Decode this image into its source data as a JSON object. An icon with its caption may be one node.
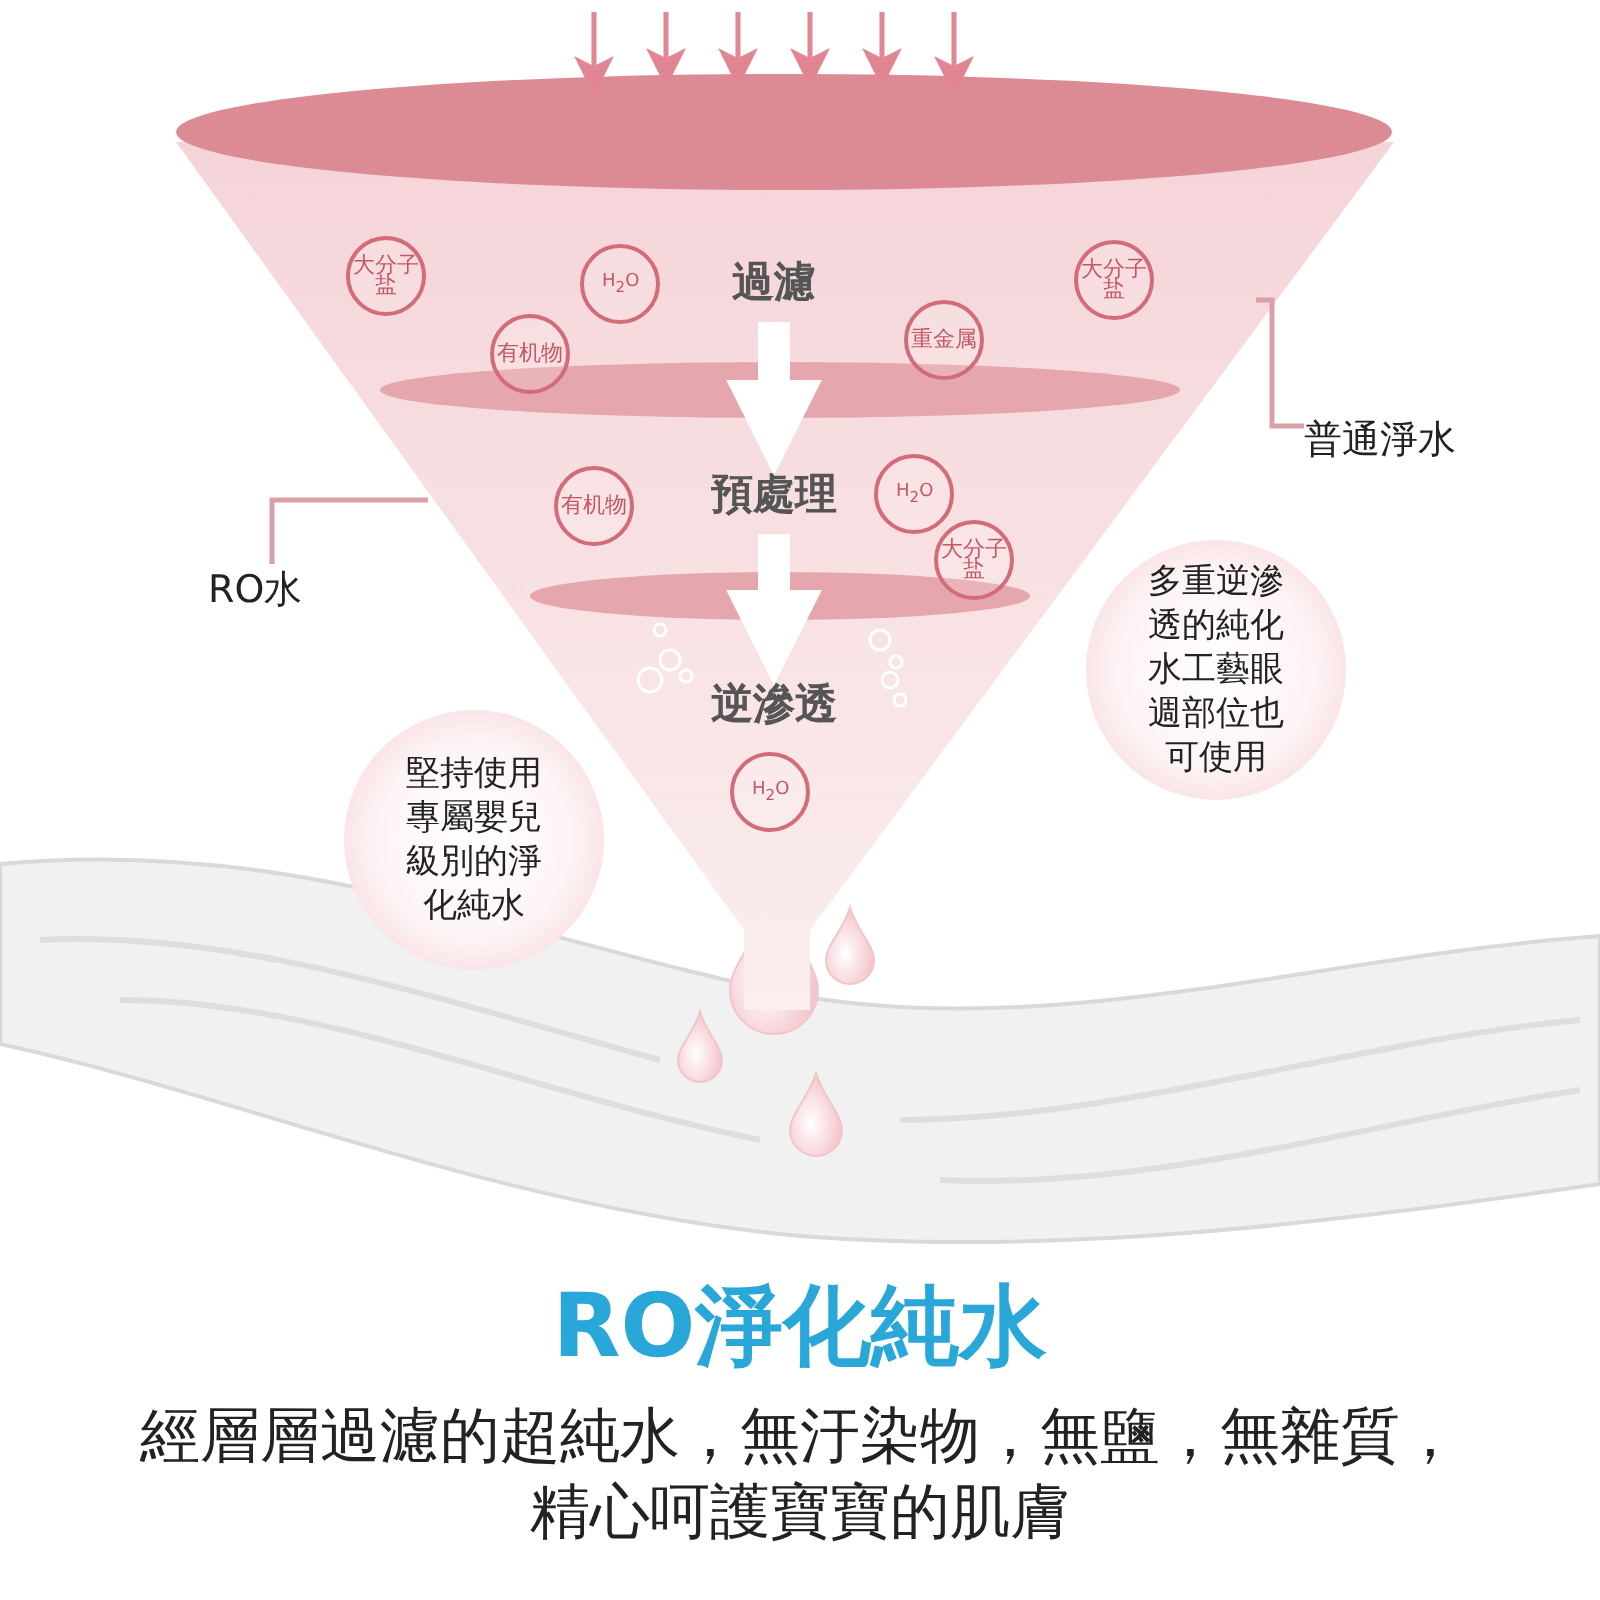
{
  "diagram": {
    "title": "RO淨化純水",
    "caption": "經層層過濾的超純水，無汙染物，無鹽，無雜質，精心呵護寶寶的肌膚",
    "nodes": [
      {
        "text": [],
        "shape": "funnel"
      },
      {
        "text": [
          "大分子盐"
        ],
        "in": 0
      },
      {
        "text": [
          "H$_{2}$O"
        ],
        "in": 0
      },
      {
        "text": [
          "過濾"
        ],
        "in": 0
      },
      {
        "text": [
          "大分子盐"
        ],
        "in": 0
      },
      {
        "text": [
          "重金属"
        ],
        "in": 0
      },
      {
        "text": [
          "有机物"
        ],
        "in": 0
      },
      {
        "text": [
          "普通淨水"
        ]
      },
      {
        "text": [
          "預處理"
        ],
        "in": 0
      },
      {
        "text": [
          "有机物"
        ],
        "in": 0
      },
      {
        "text": [
          "H$_{2}$O"
        ],
        "in": 0
      },
      {
        "text": [
          "大分子盐"
        ],
        "in": 0
      },
      {
        "text": [
          "RO水"
        ]
      },
      {
        "text": [
          "多重逆滲透的純化水工藝眼週部位也可使用"
        ]
      },
      {
        "text": [
          "逆滲透"
        ],
        "in": 0
      },
      {
        "text": [
          "H$_{2}$O"
        ],
        "in": 0
      },
      {
        "text": [
          "堅持使用專屬嬰兒級別的淨化純水"
        ]
      }
    ],
    "edges": [
      {
        "from": null,
        "to": 0,
        "arrow": "to"
      },
      {
        "from": null,
        "to": 0,
        "arrow": "to"
      },
      {
        "from": null,
        "to": 0,
        "arrow": "to"
      },
      {
        "from": null,
        "to": 0,
        "arrow": "to"
      },
      {
        "from": null,
        "to": 0,
        "arrow": "to"
      },
      {
        "from": null,
        "to": 0,
        "arrow": "to"
      },
      {
        "from": 3,
        "to": 8,
        "arrow": "to",
        "style": "thick",
        "color": "#ffffff"
      },
      {
        "from": 8,
        "to": 14,
        "arrow": "to",
        "style": "thick",
        "color": "#ffffff"
      },
      {
        "from": 7,
        "to": 0,
        "arrow": "none"
      },
      {
        "from": 12,
        "to": 0,
        "arrow": "none"
      }
    ]
  }
}
